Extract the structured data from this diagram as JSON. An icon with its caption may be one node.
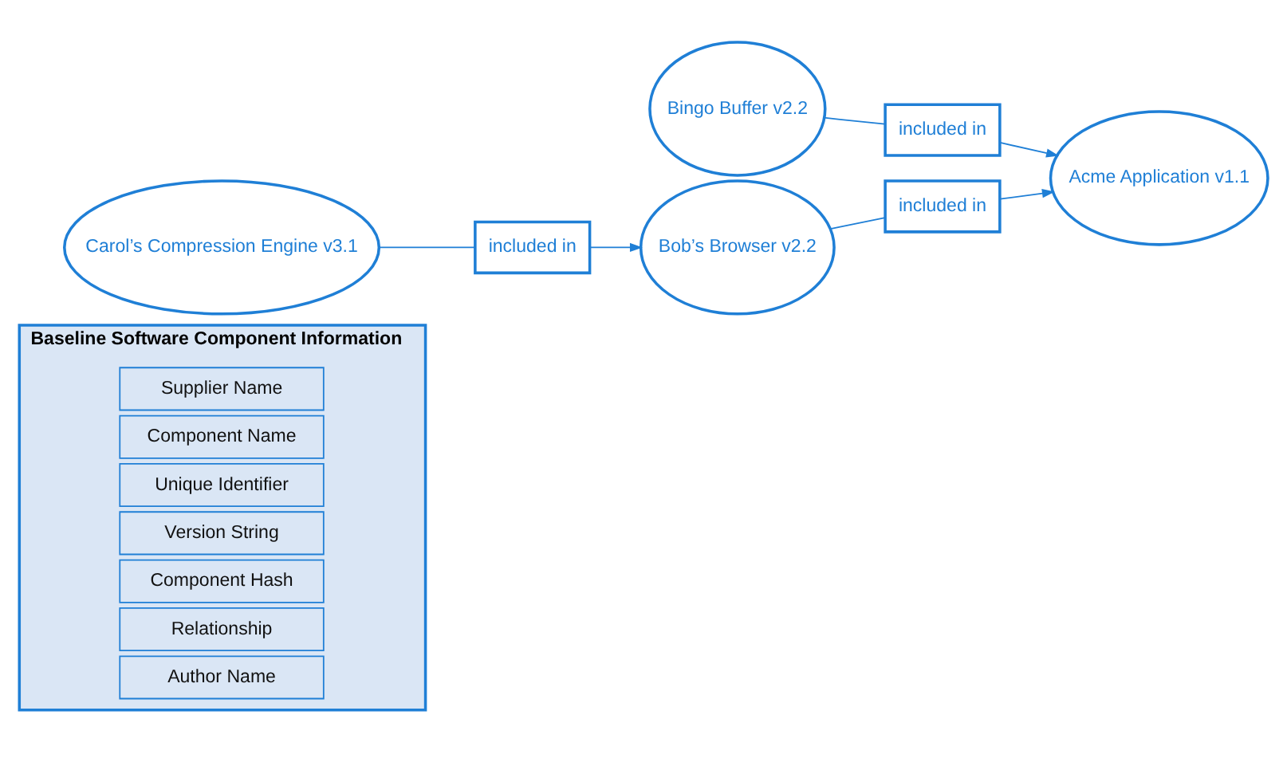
{
  "diagram": {
    "nodes": [
      {
        "text": [
          "Baseline Software Component Information"
        ]
      },
      {
        "text": [
          "Supplier Name"
        ],
        "in": 0
      },
      {
        "text": [
          "Component Name"
        ],
        "in": 0
      },
      {
        "text": [
          "Unique Identifier"
        ],
        "in": 0
      },
      {
        "text": [
          "Version String"
        ],
        "in": 0
      },
      {
        "text": [
          "Component Hash"
        ],
        "in": 0
      },
      {
        "text": [
          "Relationship"
        ],
        "in": 0
      },
      {
        "text": [
          "Author Name"
        ],
        "in": 0
      },
      {
        "text": [
          "Bingo Buffer v2.2"
        ]
      },
      {
        "text": [
          "included in"
        ]
      },
      {
        "text": [
          "Acme Application v1.1"
        ]
      },
      {
        "text": [
          "Carol’s Compression Engine v3.1"
        ]
      },
      {
        "text": [
          "included in"
        ]
      },
      {
        "text": [
          "Bob’s Browser v2.2"
        ]
      },
      {
        "text": [
          "included in"
        ]
      }
    ],
    "edges": [
      {
        "from": 8,
        "to": 9,
        "arrow": "none"
      },
      {
        "from": 9,
        "to": 10,
        "arrow": "to"
      },
      {
        "from": 11,
        "to": 12,
        "arrow": "none"
      },
      {
        "from": 12,
        "to": 13,
        "arrow": "to"
      },
      {
        "from": 13,
        "to": 14,
        "arrow": "none"
      },
      {
        "from": 14,
        "to": 10,
        "arrow": "to"
      }
    ]
  }
}
